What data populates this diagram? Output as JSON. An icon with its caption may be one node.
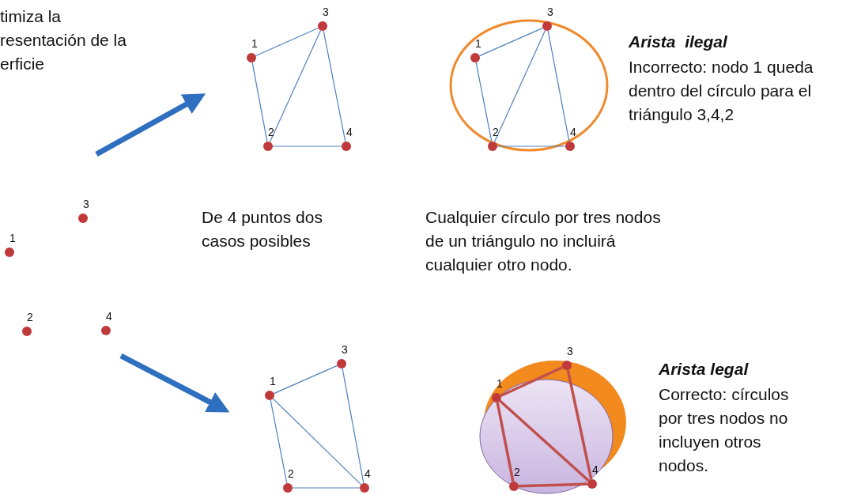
{
  "diagram": {
    "nodes": [
      {
        "text": [],
        "shape": "circle",
        "beside": [
          "1"
        ]
      },
      {
        "text": [],
        "shape": "circle",
        "beside": [
          "2"
        ]
      },
      {
        "text": [],
        "shape": "circle",
        "beside": [
          "3"
        ]
      },
      {
        "text": [],
        "shape": "circle",
        "beside": [
          "4"
        ]
      },
      {
        "text": [],
        "shape": "circle",
        "beside": [
          "1"
        ]
      },
      {
        "text": [],
        "shape": "circle",
        "beside": [
          "2"
        ]
      },
      {
        "text": [],
        "shape": "circle",
        "beside": [
          "3"
        ]
      },
      {
        "text": [],
        "shape": "circle",
        "beside": [
          "4"
        ]
      },
      {
        "text": [],
        "shape": "circle",
        "beside": [
          "1"
        ]
      },
      {
        "text": [],
        "shape": "circle",
        "beside": [
          "2"
        ]
      },
      {
        "text": [],
        "shape": "circle",
        "beside": [
          "3"
        ]
      },
      {
        "text": [],
        "shape": "circle",
        "beside": [
          "4"
        ]
      },
      {
        "text": [],
        "shape": "circle",
        "beside": [
          "1"
        ]
      },
      {
        "text": [],
        "shape": "circle",
        "beside": [
          "2"
        ]
      },
      {
        "text": [],
        "shape": "circle",
        "beside": [
          "3"
        ]
      },
      {
        "text": [],
        "shape": "circle",
        "beside": [
          "4"
        ]
      },
      {
        "text": [],
        "shape": "circle",
        "beside": [
          "1"
        ]
      },
      {
        "text": [],
        "shape": "circle",
        "beside": [
          "2"
        ]
      },
      {
        "text": [],
        "shape": "circle",
        "beside": [
          "3"
        ]
      },
      {
        "text": [],
        "shape": "circle",
        "beside": [
          "4"
        ]
      }
    ],
    "edges": [
      {
        "from": 0,
        "to": 2,
        "arrow": "none"
      },
      {
        "from": 0,
        "to": 1,
        "arrow": "none"
      },
      {
        "from": 2,
        "to": 1,
        "arrow": "none"
      },
      {
        "from": 2,
        "to": 3,
        "arrow": "none"
      },
      {
        "from": 1,
        "to": 3,
        "arrow": "none"
      },
      {
        "from": 4,
        "to": 6,
        "arrow": "none"
      },
      {
        "from": 4,
        "to": 5,
        "arrow": "none"
      },
      {
        "from": 6,
        "to": 5,
        "arrow": "none"
      },
      {
        "from": 6,
        "to": 7,
        "arrow": "none"
      },
      {
        "from": 5,
        "to": 7,
        "arrow": "none"
      },
      {
        "from": 12,
        "to": 14,
        "arrow": "none"
      },
      {
        "from": 14,
        "to": 15,
        "arrow": "none"
      },
      {
        "from": 12,
        "to": 13,
        "arrow": "none"
      },
      {
        "from": 12,
        "to": 15,
        "arrow": "none"
      },
      {
        "from": 13,
        "to": 15,
        "arrow": "none"
      },
      {
        "from": 16,
        "to": 18,
        "arrow": "none",
        "style": "thick",
        "color": "#c0504d"
      },
      {
        "from": 18,
        "to": 19,
        "arrow": "none",
        "style": "thick",
        "color": "#c0504d"
      },
      {
        "from": 16,
        "to": 17,
        "arrow": "none",
        "style": "thick",
        "color": "#c0504d"
      },
      {
        "from": 16,
        "to": 19,
        "arrow": "none",
        "style": "thick",
        "color": "#c0504d"
      },
      {
        "from": 17,
        "to": 19,
        "arrow": "none",
        "style": "thick",
        "color": "#c0504d"
      }
    ],
    "labels": [
      "timiza la resentación de la erficie",
      "Arista  ilegal",
      "Incorrecto: nodo 1 queda dentro del círculo para el triángulo 3,4,2",
      "De 4 puntos dos casos posibles",
      "Cualquier círculo por tres nodos de un triángulo no incluirá cualquier otro nodo.",
      "Arista legal",
      "Correcto: círculos por tres nodos no incluyen otros nodos."
    ]
  }
}
